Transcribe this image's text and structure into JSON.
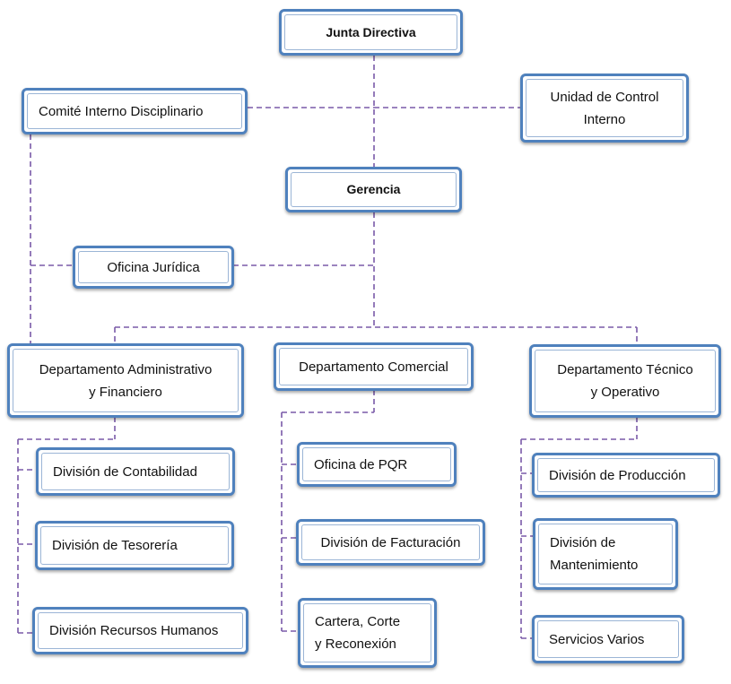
{
  "nodes": {
    "junta": "Junta Directiva",
    "comite": "Comité Interno Disciplinario",
    "control": "Unidad de Control\nInterno",
    "gerencia": "Gerencia",
    "juridica": "Oficina Jurídica",
    "admin": "Departamento Administrativo\ny Financiero",
    "comercial": "Departamento Comercial",
    "tecnico": "Departamento Técnico\ny Operativo",
    "contabilidad": "División de Contabilidad",
    "tesoreria": "División de Tesorería",
    "rrhh": "División Recursos Humanos",
    "pqr": "Oficina de PQR",
    "facturacion": "División de Facturación",
    "cartera": "Cartera, Corte\ny Reconexión",
    "produccion": "División de Producción",
    "mantenimiento": "División de\nMantenimiento",
    "servicios": "Servicios Varios"
  },
  "colors": {
    "box_border": "#4f81bd",
    "connector": "#7a5aa8"
  }
}
